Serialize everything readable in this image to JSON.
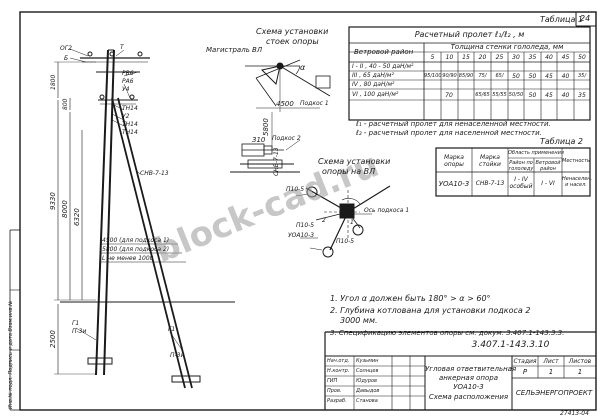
{
  "sheet_number": "24",
  "watermark": "block-cad.ru",
  "bottom_code": "27413-04",
  "drawing": {
    "scheme_title": [
      "Схема установки",
      "стоек опоры"
    ],
    "scheme2_title": [
      "Схема установки",
      "опоры на ВЛ"
    ],
    "line_label": "Магистраль ВЛ",
    "angle_symbol": "α",
    "dims": {
      "d4500": "4500",
      "d5800": "5800",
      "d310": "310",
      "d1800": "1800",
      "d800": "800",
      "d9330": "9330",
      "d8000": "8000",
      "d6320": "6320",
      "d2500": "2500"
    },
    "part_labels": {
      "ogz": "ОГ2",
      "p_t": "Т",
      "p_b": "Б",
      "pb6": "РВ6",
      "pa6": "РА6",
      "u4": "У4",
      "tn14a": "ТН14",
      "u2": "У2",
      "tn14b": "ТН14",
      "tn14c": "ТН14",
      "snv_main": "СНВ-7-13",
      "pod2": "Подкос 2",
      "pod1": "Подкос 1",
      "p10_5a": "П10-5",
      "p10_5b": "П10-5",
      "p10_5c": "П10-5",
      "uoa": "УОА10-3",
      "axis_pod1": "Ось подкоса 1",
      "g1a": "Г1",
      "g1b": "Г1",
      "p3ua": "П-3и",
      "p3ub": "П-3и",
      "snv_side": "СНВ-7-13",
      "n1": "1",
      "n2": "2"
    },
    "brace_notes": [
      "4500 (для подкоса 1)",
      "5800 (для подкоса 2)",
      "L не менее 1000"
    ],
    "left_stamp": "Инв.№ подл.   Подпись и дата   Взам.инв.№"
  },
  "table1": {
    "title": "Таблица 1",
    "span_header": "Расчетный пролет ℓ₁/ℓ₂ , м",
    "row_header": "Ветровой район",
    "ice_header": "Толщина стенки гололеда, мм",
    "ice_values": [
      "5",
      "10",
      "15",
      "20",
      "25",
      "30",
      "35",
      "40",
      "45",
      "50"
    ],
    "rows": [
      {
        "district": "I - II , 40 - 50 даН/м²",
        "cells": [
          "",
          "",
          "",
          "",
          "",
          "",
          "",
          "",
          "",
          ""
        ]
      },
      {
        "district": "III , 65 даН/м²",
        "cells": [
          "95/100",
          "90/90",
          "85/90",
          "75/",
          "65/",
          "50",
          "50",
          "45",
          "40",
          "35/"
        ]
      },
      {
        "district": "IV , 80 даН/м²",
        "cells": [
          "",
          "",
          "",
          "",
          "",
          "",
          "",
          "",
          "",
          ""
        ]
      },
      {
        "district": "VI , 100 даН/м²",
        "cells": [
          "70",
          "",
          "",
          "65/65",
          "55/55",
          "50/50",
          "50",
          "45",
          "40",
          "35"
        ]
      }
    ],
    "notes": [
      "ℓ₁ - расчетный пролет для ненаселенной местности.",
      "ℓ₂ - расчетный пролет для населенной местности."
    ]
  },
  "table2": {
    "title": "Таблица 2",
    "headers": [
      "Марка опоры",
      "Марка стойки",
      "Область применения",
      "Район по гололеду",
      "Ветровой район",
      "Местность"
    ],
    "row": [
      "УОА10-3",
      "СНВ-7-13",
      "I - IV особый",
      "I - VI",
      "Ненаселен. и насел."
    ]
  },
  "notes": [
    "1. Угол α должен быть 180° > α > 60°",
    "2. Глубина котлована для установки подкоса 2",
    "3000 мм.",
    "3. Спецификацию элементов опоры см. докум. 3.407.1-143.3.3."
  ],
  "title_block": {
    "code": "3.407.1-143.3.10",
    "name_lines": [
      "Угловая ответвительная",
      "анкерная опора",
      "УОА10-3",
      "Схема расположения"
    ],
    "roles": [
      "Нач.отд.",
      "Н.контр.",
      "ГИП",
      "Пров.",
      "Разраб."
    ],
    "people": [
      "Кузьмин",
      "Солнцев",
      "Юдуров",
      "Давыдов",
      "Станова"
    ],
    "stage_label": "Стадия",
    "sheet_label": "Лист",
    "sheets_label": "Листов",
    "stage": "Р",
    "sheet": "1",
    "sheets": "1",
    "org": "СЕЛЬЭНЕРГОПРОЕКТ"
  }
}
